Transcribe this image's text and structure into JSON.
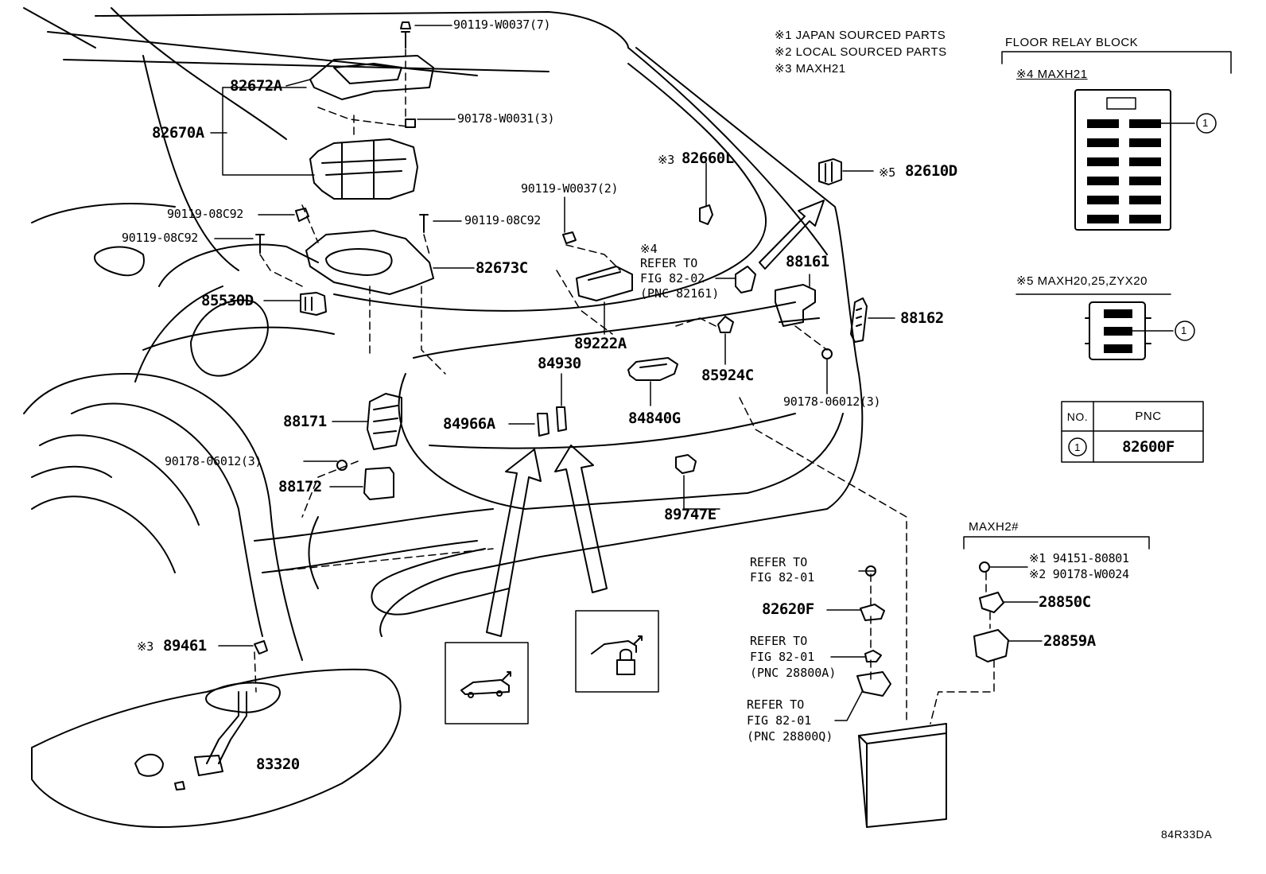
{
  "diagram_code": "84R33DA",
  "notes": [
    "※1 JAPAN SOURCED PARTS",
    "※2 LOCAL SOURCED PARTS",
    "※3 MAXH21"
  ],
  "floor_relay_block": {
    "title": "FLOOR RELAY BLOCK",
    "variant_a": "※4 MAXH21",
    "variant_b": "※5 MAXH20,25,ZYX20",
    "callout_symbol": "1"
  },
  "pnc_table": {
    "headers": [
      "NO.",
      "PNC"
    ],
    "rows": [
      {
        "no": "1",
        "pnc": "82600F"
      }
    ]
  },
  "maxh_group": {
    "title": "MAXH2#",
    "parts": [
      "※1 94151-80801",
      "※2 90178-W0024"
    ]
  },
  "references": {
    "fig_82_02": [
      "※4",
      "REFER TO",
      "FIG 82-02",
      "(PNC 82161)"
    ],
    "fig_82_01_a": [
      "REFER TO",
      "FIG 82-01"
    ],
    "fig_82_01_b": [
      "REFER TO",
      "FIG 82-01",
      "(PNC 28800A)"
    ],
    "fig_82_01_c": [
      "REFER TO",
      "FIG 82-01",
      "(PNC 28800Q)"
    ]
  },
  "parts": {
    "p_90119_w0037_7": "90119-W0037(7)",
    "p_82672a": "82672A",
    "p_82670a": "82670A",
    "p_90178_w0031_3": "90178-W0031(3)",
    "p_90119_08c92_a": "90119-08C92",
    "p_90119_08c92_b": "90119-08C92",
    "p_90119_08c92_c": "90119-08C92",
    "p_82673c": "82673C",
    "p_85530d": "85530D",
    "p_90119_w0037_2": "90119-W0037(2)",
    "p_82660l_mark": "※3",
    "p_82660l": "82660L",
    "p_82610d_mark": "※5",
    "p_82610d": "82610D",
    "p_88161": "88161",
    "p_88162": "88162",
    "p_89222a": "89222A",
    "p_84930": "84930",
    "p_84966a": "84966A",
    "p_84840g": "84840G",
    "p_85924c": "85924C",
    "p_90178_06012_3_a": "90178-06012(3)",
    "p_88171": "88171",
    "p_90178_06012_3_b": "90178-06012(3)",
    "p_88172": "88172",
    "p_89747e": "89747E",
    "p_82620f": "82620F",
    "p_28850c": "28850C",
    "p_28859a": "28859A",
    "p_89461_mark": "※3",
    "p_89461": "89461",
    "p_83320": "83320"
  }
}
